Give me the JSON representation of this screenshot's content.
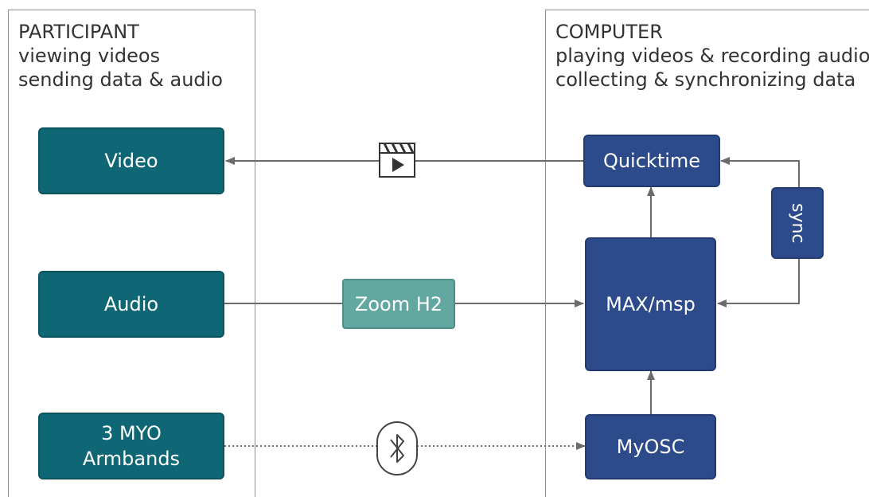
{
  "participant": {
    "title": "PARTICIPANT",
    "line1": "viewing videos",
    "line2": "sending data & audio",
    "video": "Video",
    "audio": "Audio",
    "myo_line1": "3 MYO",
    "myo_line2": "Armbands"
  },
  "computer": {
    "title": "COMPUTER",
    "line1": "playing videos & recording audio",
    "line2": "collecting & synchronizing data",
    "quicktime": "Quicktime",
    "max": "MAX/msp",
    "myosc": "MyOSC",
    "sync": "sync"
  },
  "middle": {
    "zoom": "Zoom H2"
  },
  "icons": [
    "clapperboard-play-icon",
    "bluetooth-icon"
  ],
  "colors": {
    "participant_box": "#0f6775",
    "computer_box": "#2d4a8b",
    "recorder_box": "#63a8a0",
    "connector": "#6b6b6b"
  }
}
